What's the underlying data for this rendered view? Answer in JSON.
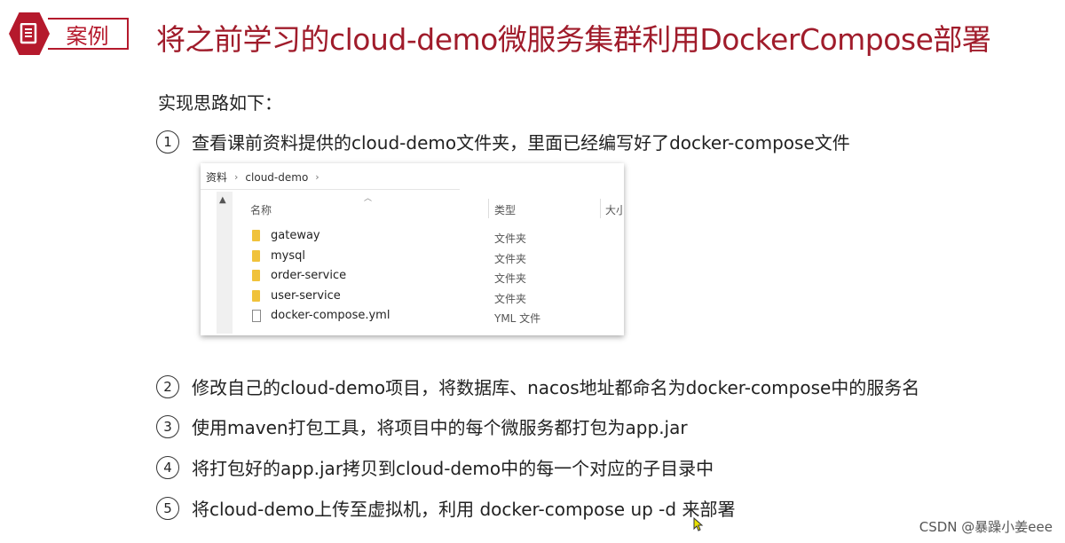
{
  "header": {
    "badge_label": "案例",
    "badge_icon": "document-icon",
    "title": "将之前学习的cloud-demo微服务集群利用DockerCompose部署",
    "accent_color": "#b5192c"
  },
  "intro": "实现思路如下：",
  "steps": [
    {
      "num": "①",
      "text": "查看课前资料提供的cloud-demo文件夹，里面已经编写好了docker-compose文件"
    },
    {
      "num": "②",
      "text": "修改自己的cloud-demo项目，将数据库、nacos地址都命名为docker-compose中的服务名"
    },
    {
      "num": "③",
      "text": "使用maven打包工具，将项目中的每个微服务都打包为app.jar"
    },
    {
      "num": "④",
      "text": "将打包好的app.jar拷贝到cloud-demo中的每一个对应的子目录中"
    },
    {
      "num": "⑤",
      "text": "将cloud-demo上传至虚拟机，利用 docker-compose up -d 来部署"
    }
  ],
  "explorer": {
    "breadcrumb": [
      "资料",
      "cloud-demo"
    ],
    "columns": {
      "name": "名称",
      "type": "类型",
      "size": "大小"
    },
    "items": [
      {
        "name": "gateway",
        "type": "文件夹",
        "icon": "folder-icon"
      },
      {
        "name": "mysql",
        "type": "文件夹",
        "icon": "folder-icon"
      },
      {
        "name": "order-service",
        "type": "文件夹",
        "icon": "folder-icon"
      },
      {
        "name": "user-service",
        "type": "文件夹",
        "icon": "folder-icon"
      },
      {
        "name": "docker-compose.yml",
        "type": "YML 文件",
        "icon": "file-icon"
      }
    ]
  },
  "watermark": "CSDN @暴躁小姜eee"
}
